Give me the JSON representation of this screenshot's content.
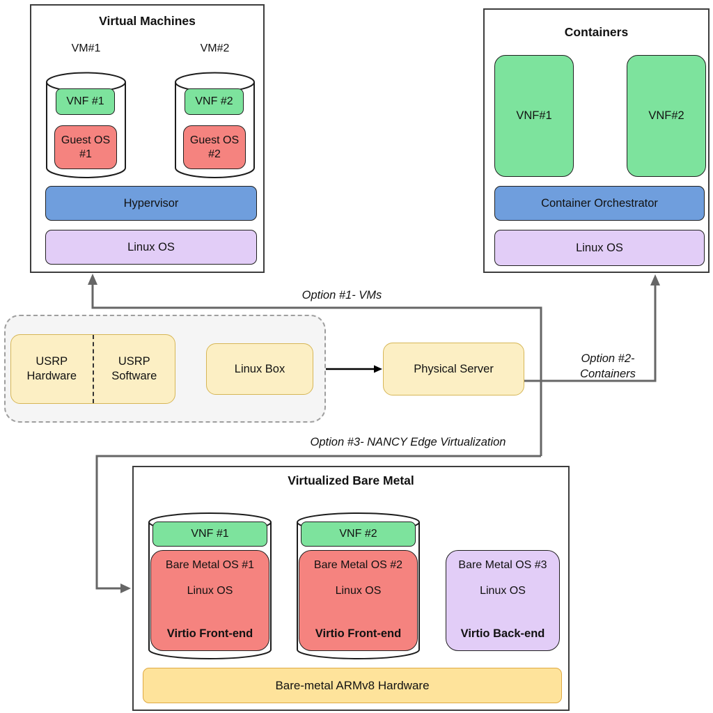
{
  "colors": {
    "vnf_green": "#7DE39D",
    "os_red": "#F5837F",
    "hypervisor_blue": "#6F9EDD",
    "linux_purple": "#E2CDF7",
    "box_yellow": "#FCEFC4",
    "box_yellow_border": "#D6B656",
    "hardware_yellow": "#FEE39B",
    "hardware_yellow_border": "#DFA941",
    "connector_gray": "#666666",
    "group_fill_gray": "#F5F5F5"
  },
  "vm_panel": {
    "title": "Virtual Machines",
    "vm1_label": "VM#1",
    "vm2_label": "VM#2",
    "vm1_vnf": "VNF #1",
    "vm2_vnf": "VNF #2",
    "vm1_guest_os": "Guest OS\n#1",
    "vm2_guest_os": "Guest OS\n#2",
    "hypervisor_label": "Hypervisor",
    "linux_os_label": "Linux OS"
  },
  "containers_panel": {
    "title": "Containers",
    "vnf1_label": "VNF#1",
    "vnf2_label": "VNF#2",
    "orchestrator_label": "Container Orchestrator",
    "linux_os_label": "Linux OS"
  },
  "pipeline": {
    "usrp_hardware_label": "USRP\nHardware",
    "usrp_software_label": "USRP\nSoftware",
    "linux_box_label": "Linux Box",
    "physical_server_label": "Physical Server"
  },
  "option_labels": {
    "option1": "Option #1- VMs",
    "option2": "Option #2-\nContainers",
    "option3": "Option #3- NANCY Edge Virtualization"
  },
  "bare_metal_panel": {
    "title": "Virtualized Bare Metal",
    "vnf1_label": "VNF #1",
    "vnf2_label": "VNF #2",
    "node1": {
      "os_label": "Bare Metal OS #1",
      "linux_label": "Linux OS",
      "virtio_label": "Virtio Front-end"
    },
    "node2": {
      "os_label": "Bare Metal OS #2",
      "linux_label": "Linux OS",
      "virtio_label": "Virtio Front-end"
    },
    "node3": {
      "os_label": "Bare Metal OS #3",
      "linux_label": "Linux OS",
      "virtio_label": "Virtio Back-end"
    },
    "hardware_label": "Bare-metal ARMv8 Hardware"
  }
}
